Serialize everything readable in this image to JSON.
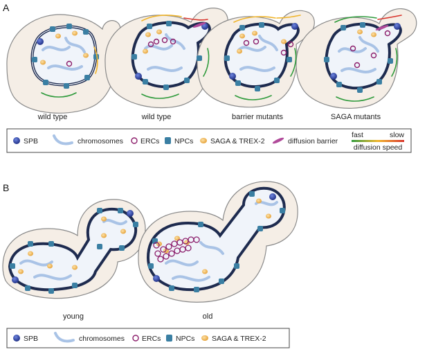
{
  "panel_a": {
    "letter": "A",
    "labels": [
      "wild type",
      "wild type",
      "barrier mutants",
      "SAGA mutants"
    ],
    "legend": {
      "items": [
        {
          "name": "spb",
          "label": "SPB"
        },
        {
          "name": "chromosomes",
          "label": "chromosomes"
        },
        {
          "name": "ercs",
          "label": "ERCs"
        },
        {
          "name": "npcs",
          "label": "NPCs"
        },
        {
          "name": "saga",
          "label": "SAGA & TREX-2"
        },
        {
          "name": "barrier",
          "label": "diffusion barrier"
        }
      ],
      "speed": {
        "fast": "fast",
        "slow": "slow",
        "caption": "diffusion speed"
      }
    }
  },
  "panel_b": {
    "letter": "B",
    "labels": [
      "young",
      "old"
    ],
    "legend": {
      "items": [
        {
          "name": "spb",
          "label": "SPB"
        },
        {
          "name": "chromosomes",
          "label": "chromosomes"
        },
        {
          "name": "ercs",
          "label": "ERCs"
        },
        {
          "name": "npcs",
          "label": "NPCs"
        },
        {
          "name": "saga",
          "label": "SAGA & TREX-2"
        }
      ]
    }
  },
  "colors": {
    "cell_fill": "#f5eee6",
    "cell_stroke": "#8a8a8a",
    "nuclear_fill": "#f0f4fa",
    "envelope": "#1e2b4f",
    "spb": "#243aa0",
    "chromosome": "#a9c3e6",
    "erc": "#8b1c6a",
    "npc": "#3a7fa3",
    "saga": "#f1b14a",
    "barrier": "#b04a9a",
    "fast": "#2e9a3b",
    "mid": "#f0b429",
    "slow": "#d8322a"
  },
  "icons": [
    "spb-icon",
    "chromosome-icon",
    "erc-icon",
    "npc-icon",
    "saga-icon",
    "barrier-icon",
    "speed-gradient-icon"
  ]
}
